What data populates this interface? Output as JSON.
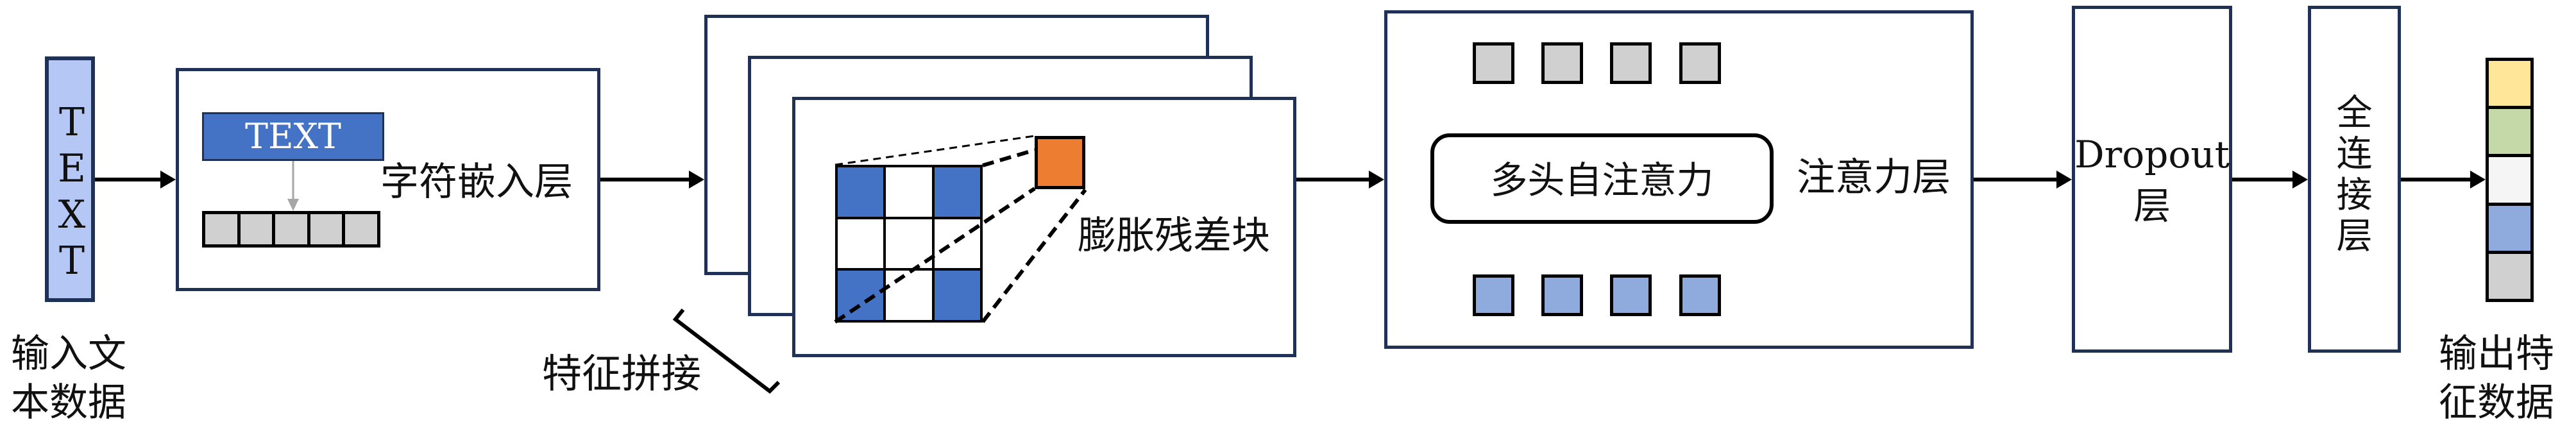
{
  "input": {
    "bar_text": "TEXT",
    "label_line1": "输入文",
    "label_line2": "本数据",
    "bar_color": "#B4C7F5"
  },
  "embedding": {
    "token_text": "TEXT",
    "label": "字符嵌入层",
    "token_color": "#4472C4",
    "vector_cells": 5,
    "cell_color": "#D0D0D0"
  },
  "dilated": {
    "label": "膨胀残差块",
    "stack_count": 3,
    "grid_pattern": [
      [
        1,
        0,
        1
      ],
      [
        0,
        0,
        0
      ],
      [
        1,
        0,
        1
      ]
    ],
    "kernel_color": "#4472C4",
    "output_color": "#ED7D31"
  },
  "concat": {
    "label": "特征拼接"
  },
  "attention": {
    "inner_label": "多头自注意力",
    "label": "注意力层",
    "heads": 4,
    "input_color": "#D0D0D0",
    "output_color": "#8FAADC"
  },
  "dropout": {
    "label_line1": "Dropout",
    "label_line2": "层"
  },
  "fc": {
    "label_chars": [
      "全",
      "连",
      "接",
      "层"
    ]
  },
  "output": {
    "label_line1": "输出特",
    "label_line2": "征数据",
    "cell_colors": [
      "#FFE699",
      "#C5D9A8",
      "#F5F5F5",
      "#8FAADC",
      "#D0D0D0"
    ]
  },
  "colors": {
    "frame": "#1F3155",
    "arrow": "#000000",
    "inner_arrow": "#A6A6A6"
  }
}
